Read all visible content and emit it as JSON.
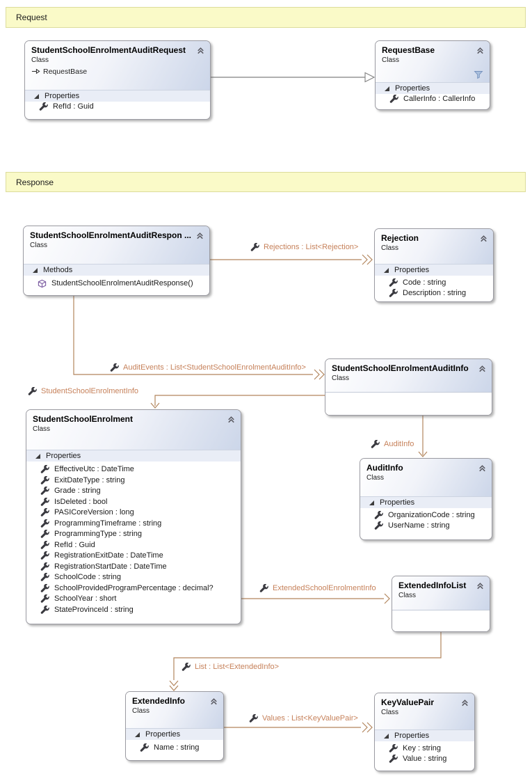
{
  "banners": {
    "request": "Request",
    "response": "Response"
  },
  "classes": [
    {
      "title": "StudentSchoolEnrolmentAuditRequest",
      "kind": "Class",
      "inherits": "RequestBase",
      "section": "Properties",
      "members": [
        "RefId : Guid"
      ]
    },
    {
      "title": "RequestBase",
      "kind": "Class",
      "section": "Properties",
      "members": [
        "CallerInfo : CallerInfo"
      ]
    },
    {
      "title": "StudentSchoolEnrolmentAuditRespon ...",
      "kind": "Class",
      "section": "Methods",
      "members": [
        "StudentSchoolEnrolmentAuditResponse()"
      ]
    },
    {
      "title": "Rejection",
      "kind": "Class",
      "section": "Properties",
      "members": [
        "Code : string",
        "Description : string"
      ]
    },
    {
      "title": "StudentSchoolEnrolmentAuditInfo",
      "kind": "Class"
    },
    {
      "title": "StudentSchoolEnrolment",
      "kind": "Class",
      "section": "Properties",
      "members": [
        "EffectiveUtc : DateTime",
        "ExitDateType : string",
        "Grade : string",
        "IsDeleted : bool",
        "PASICoreVersion : long",
        "ProgrammingTimeframe : string",
        "ProgrammingType : string",
        "RefId : Guid",
        "RegistrationExitDate : DateTime",
        "RegistrationStartDate : DateTime",
        "SchoolCode : string",
        "SchoolProvidedProgramPercentage : decimal?",
        "SchoolYear : short",
        "StateProvinceId : string"
      ]
    },
    {
      "title": "AuditInfo",
      "kind": "Class",
      "section": "Properties",
      "members": [
        "OrganizationCode : string",
        "UserName : string"
      ]
    },
    {
      "title": "ExtendedInfoList",
      "kind": "Class"
    },
    {
      "title": "ExtendedInfo",
      "kind": "Class",
      "section": "Properties",
      "members": [
        "Name : string"
      ]
    },
    {
      "title": "KeyValuePair",
      "kind": "Class",
      "section": "Properties",
      "members": [
        "Key : string",
        "Value : string"
      ]
    }
  ],
  "associations": [
    {
      "label": "Rejections : List<Rejection>"
    },
    {
      "label": "AuditEvents : List<StudentSchoolEnrolmentAuditInfo>"
    },
    {
      "label": "StudentSchoolEnrolmentInfo"
    },
    {
      "label": "AuditInfo"
    },
    {
      "label": "ExtendedSchoolEnrolmentInfo"
    },
    {
      "label": "List : List<ExtendedInfo>"
    },
    {
      "label": "Values : List<KeyValuePair>"
    }
  ],
  "colors": {
    "association": "#b2855c",
    "association_text": "#c6815a",
    "inheritance": "#808080",
    "banner_bg": "#fafac8",
    "banner_border": "#dcdc9b",
    "header_gradient_end": "#ccd6e9",
    "section_band": "#e9edf6",
    "method_icon": "#7a5aa0",
    "filter_icon": "#a9bfdd"
  }
}
